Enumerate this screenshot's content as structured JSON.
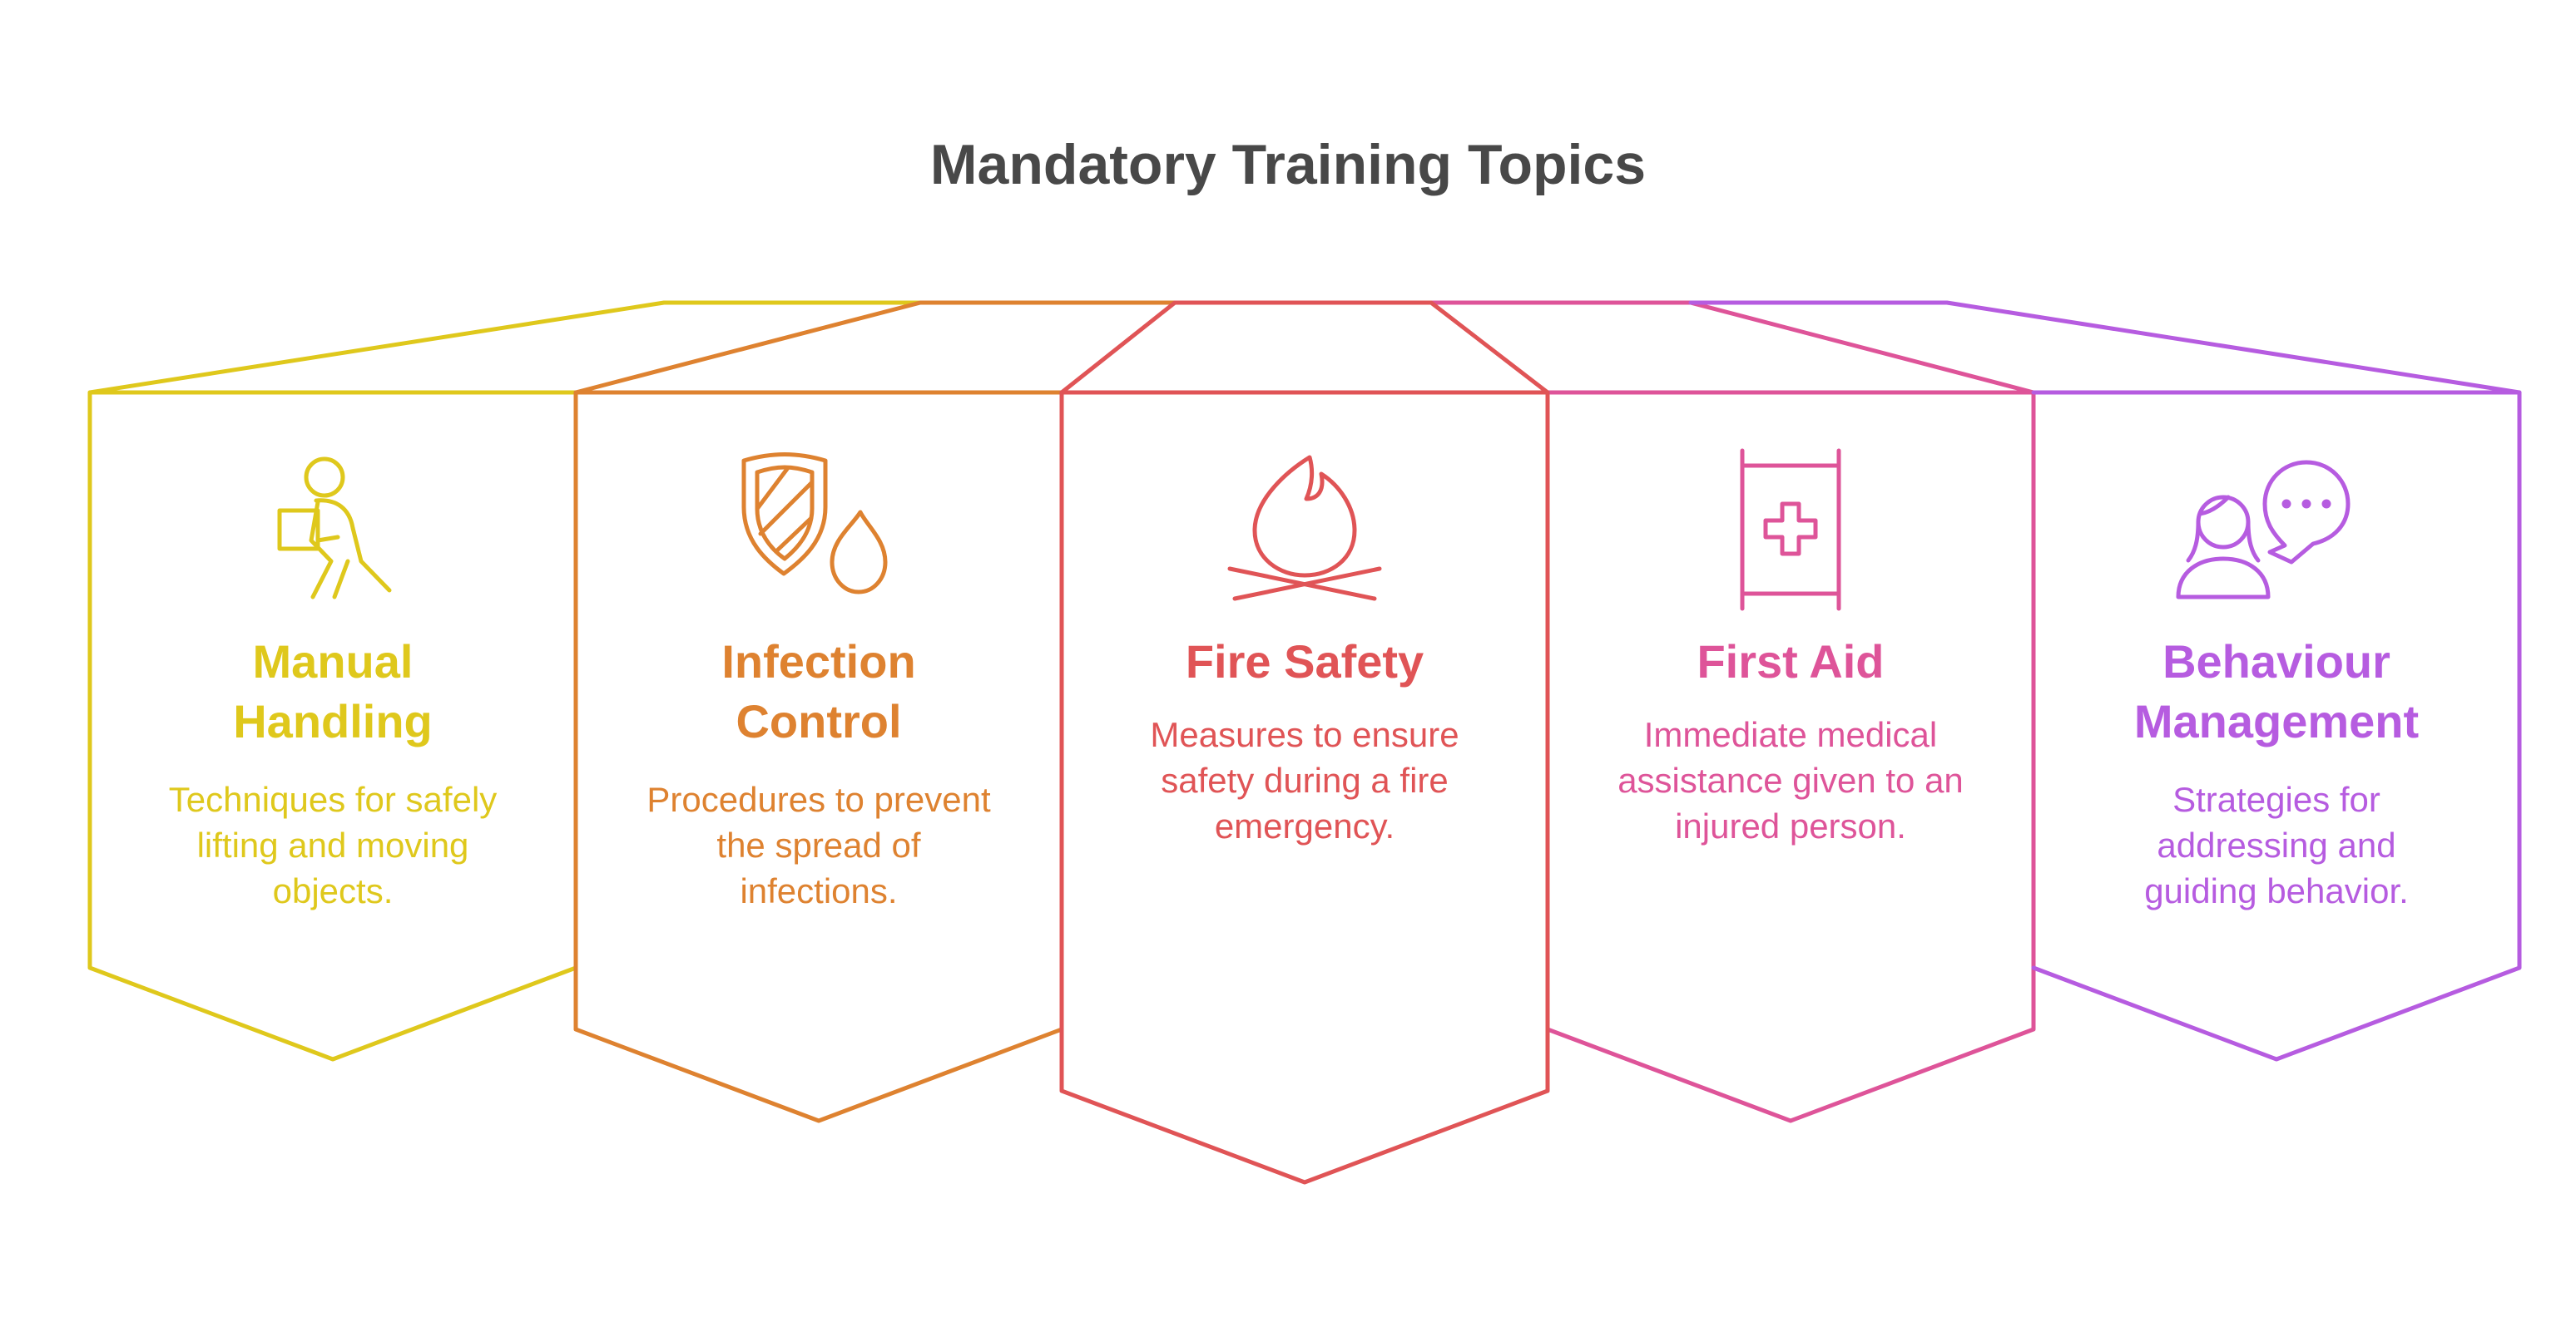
{
  "title": "Mandatory Training Topics",
  "topics": [
    {
      "heading_line1": "Manual",
      "heading_line2": "Handling",
      "description": "Techniques for safely lifting and moving objects.",
      "color": "#DFC81C",
      "icon": "person-carrying-box-icon"
    },
    {
      "heading_line1": "Infection",
      "heading_line2": "Control",
      "description": "Procedures to prevent the spread of infections.",
      "color": "#DE8230",
      "icon": "shield-droplet-icon"
    },
    {
      "heading_line1": "Fire Safety",
      "heading_line2": "",
      "description": "Measures to ensure safety during a fire emergency.",
      "color": "#E05456",
      "icon": "campfire-icon"
    },
    {
      "heading_line1": "First Aid",
      "heading_line2": "",
      "description": "Immediate medical assistance given to an injured person.",
      "color": "#DE5499",
      "icon": "first-aid-stretcher-icon"
    },
    {
      "heading_line1": "Behaviour",
      "heading_line2": "Management",
      "description": "Strategies for addressing and guiding behavior.",
      "color": "#B65CE0",
      "icon": "person-speech-bubble-icon"
    }
  ]
}
